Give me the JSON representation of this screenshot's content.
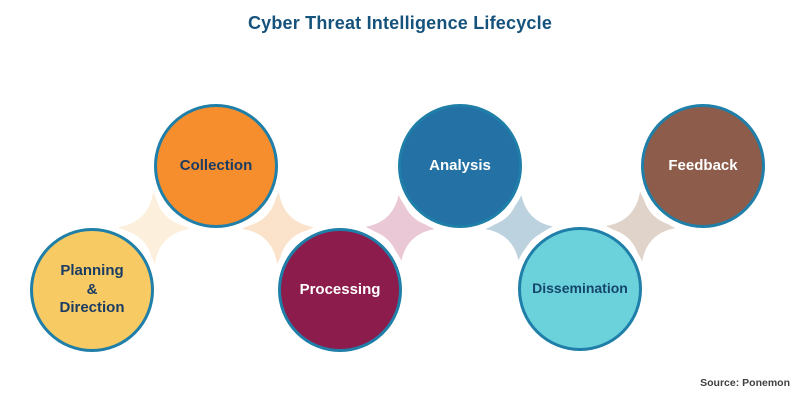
{
  "title": "Cyber Threat Intelligence Lifecycle",
  "source": "Source: Ponemon",
  "colors": {
    "background": "#FFFFFF",
    "title_text": "#15527C",
    "circle_border": "#1F7FA8",
    "source_text": "#404040"
  },
  "stages": [
    {
      "label": "Planning\n&\nDirection",
      "fill": "#F7CA63",
      "text_color": "#1B3C63"
    },
    {
      "label": "Collection",
      "fill": "#F68E2E",
      "text_color": "#1B3C63"
    },
    {
      "label": "Processing",
      "fill": "#8C1C4C",
      "text_color": "#FFFFFF"
    },
    {
      "label": "Analysis",
      "fill": "#2471A5",
      "text_color": "#FFFFFF"
    },
    {
      "label": "Dissemination",
      "fill": "#6BD2DC",
      "text_color": "#14466B"
    },
    {
      "label": "Feedback",
      "fill": "#8D5C4A",
      "text_color": "#FFFFFF"
    }
  ],
  "connectors": [
    {
      "name": "planning-to-collection",
      "color": "#FCEFDB"
    },
    {
      "name": "collection-to-processing",
      "color": "#FAE3CA"
    },
    {
      "name": "processing-to-analysis",
      "color": "#EBC8D5"
    },
    {
      "name": "analysis-to-dissemination",
      "color": "#BCD2DE"
    },
    {
      "name": "dissemination-to-feedback",
      "color": "#DFD3CA"
    }
  ]
}
